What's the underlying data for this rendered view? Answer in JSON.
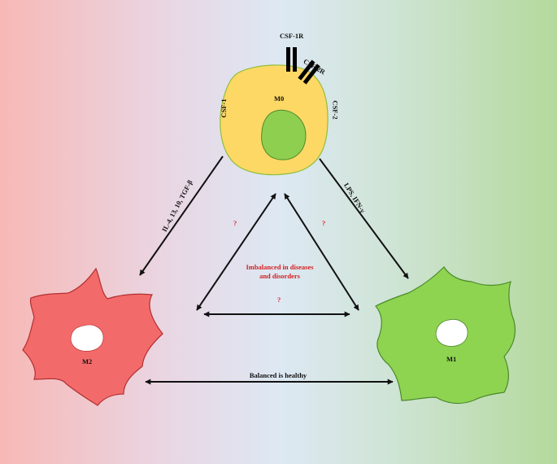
{
  "diagram": {
    "m0": {
      "label": "M0",
      "receptor_1": "CSF-1R",
      "receptor_2": "CSF-2R",
      "ligand_left": "CSF-1",
      "ligand_right": "CSF-2"
    },
    "m1": {
      "label": "M1",
      "stimulus": "LPS, IFN-γ"
    },
    "m2": {
      "label": "M2",
      "stimulus": "IL-4, 13, 10, TGF-β"
    },
    "center": {
      "text_line1": "Imbalanced in diseases",
      "text_line2": "and disorders",
      "question_marks": [
        "?",
        "?",
        "?"
      ]
    },
    "bottom_text": "Balanced is healthy",
    "colors": {
      "m0_cytoplasm": "#fdd865",
      "m0_border": "#8fbf3c",
      "m0_nucleus": "#8fcf4f",
      "m1_body": "#8fd451",
      "m2_body": "#f36a6a",
      "question": "#d62020",
      "gradient_left": "#f7b8b6",
      "gradient_right": "#b4d99c"
    }
  }
}
